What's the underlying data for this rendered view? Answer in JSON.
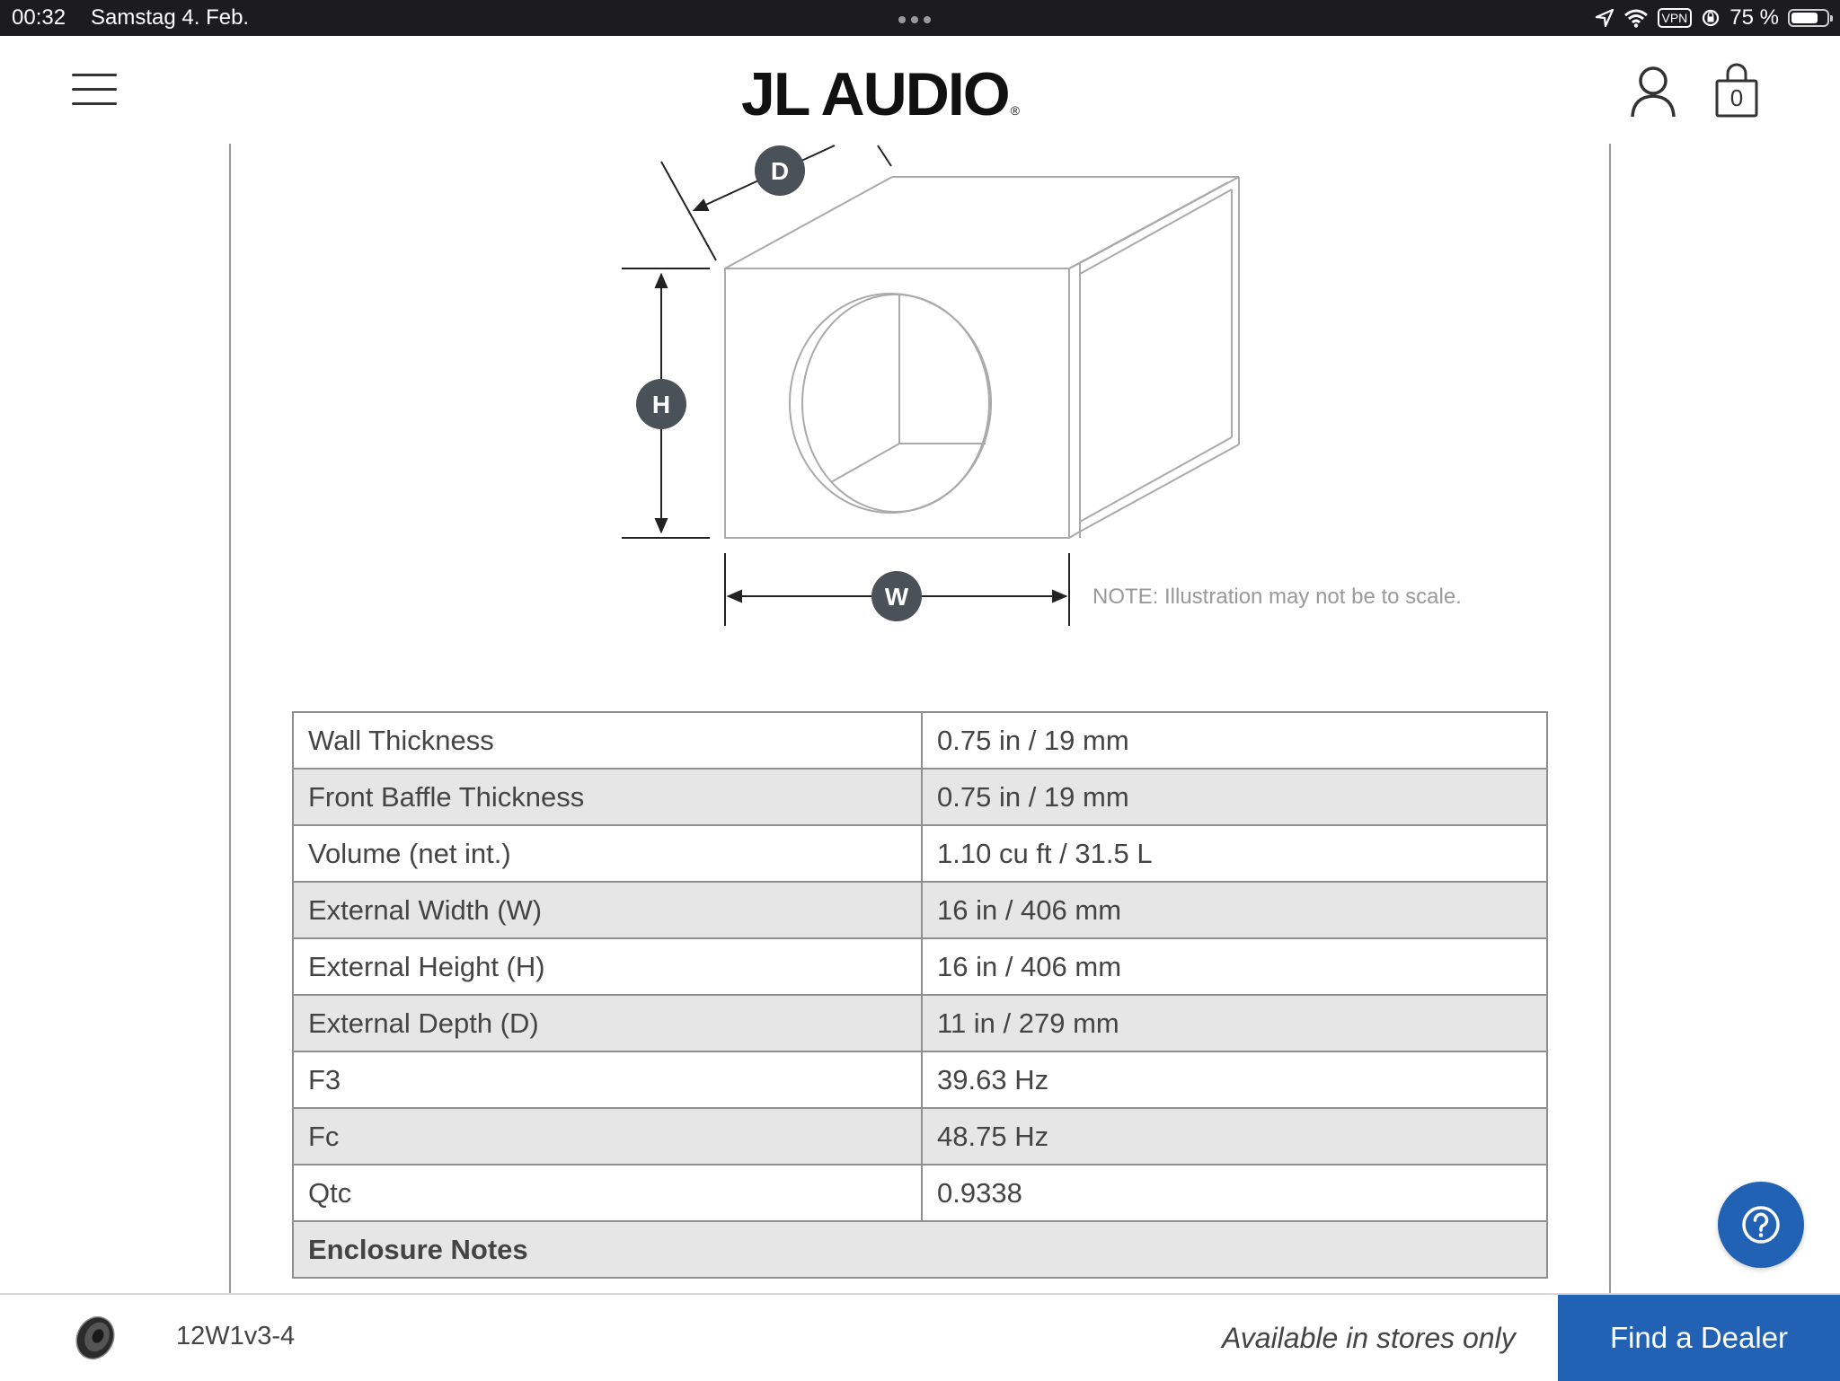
{
  "status_bar": {
    "time": "00:32",
    "date": "Samstag 4. Feb.",
    "vpn": "VPN",
    "battery_text": "75 %",
    "battery_level": 0.75
  },
  "header": {
    "logo_text": "JL AUDIO",
    "logo_mark": "®",
    "cart_count": "0"
  },
  "diagram": {
    "labels": {
      "depth": "D",
      "height": "H",
      "width": "W"
    },
    "note": "NOTE: Illustration may not be to scale."
  },
  "specs": {
    "rows": [
      {
        "label": "Wall Thickness",
        "value": "0.75 in / 19 mm"
      },
      {
        "label": "Front Baffle Thickness",
        "value": "0.75 in / 19 mm"
      },
      {
        "label": "Volume (net int.)",
        "value": "1.10 cu ft / 31.5 L"
      },
      {
        "label": "External Width (W)",
        "value": "16 in / 406 mm"
      },
      {
        "label": "External Height (H)",
        "value": "16 in / 406 mm"
      },
      {
        "label": "External Depth (D)",
        "value": "11 in / 279 mm"
      },
      {
        "label": "F3",
        "value": "39.63 Hz"
      },
      {
        "label": "Fc",
        "value": "48.75 Hz"
      },
      {
        "label": "Qtc",
        "value": "0.9338"
      }
    ],
    "notes_heading": "Enclosure Notes"
  },
  "help": {
    "icon": "question-icon"
  },
  "bottom_bar": {
    "product_name": "12W1v3-4",
    "availability": "Available in stores only",
    "dealer_button": "Find a Dealer"
  },
  "colors": {
    "accent": "#2262b4",
    "status_bar_bg": "#1c1c1e",
    "row_alt": "#e6e6e6"
  }
}
